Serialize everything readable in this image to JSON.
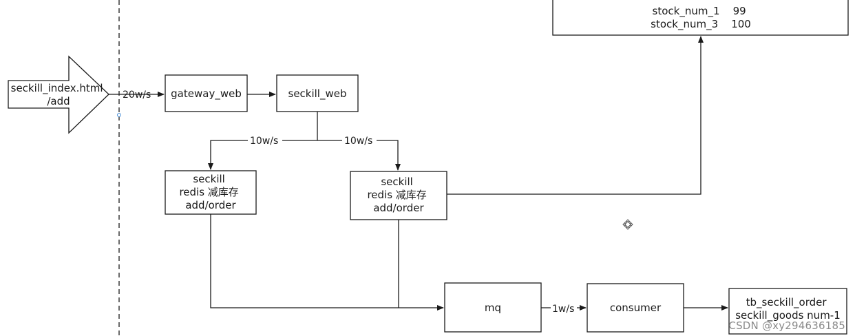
{
  "nodes": {
    "client": {
      "lines": [
        "seckill_index.html",
        "/add"
      ]
    },
    "gateway": {
      "lines": [
        "gateway_web"
      ]
    },
    "seckill_web": {
      "lines": [
        "seckill_web"
      ]
    },
    "seckill_left": {
      "lines": [
        "seckill",
        "redis 减库存",
        "add/order"
      ]
    },
    "seckill_right": {
      "lines": [
        "seckill",
        "redis 减库存",
        "add/order"
      ]
    },
    "stock": {
      "lines": [
        "stock_num_1    99",
        "stock_num_3    100"
      ]
    },
    "mq": {
      "lines": [
        "mq"
      ]
    },
    "consumer": {
      "lines": [
        "consumer"
      ]
    },
    "db": {
      "lines": [
        "tb_seckill_order",
        "seckill_goods num-1"
      ]
    }
  },
  "edges": {
    "client_to_gateway": "20w/s",
    "to_left": "10w/s",
    "to_right": "10w/s",
    "mq_to_consumer": "1w/s"
  },
  "watermark": "CSDN @xy294636185",
  "colors": {
    "stroke": "#1a1a1a",
    "background": "#ffffff"
  }
}
